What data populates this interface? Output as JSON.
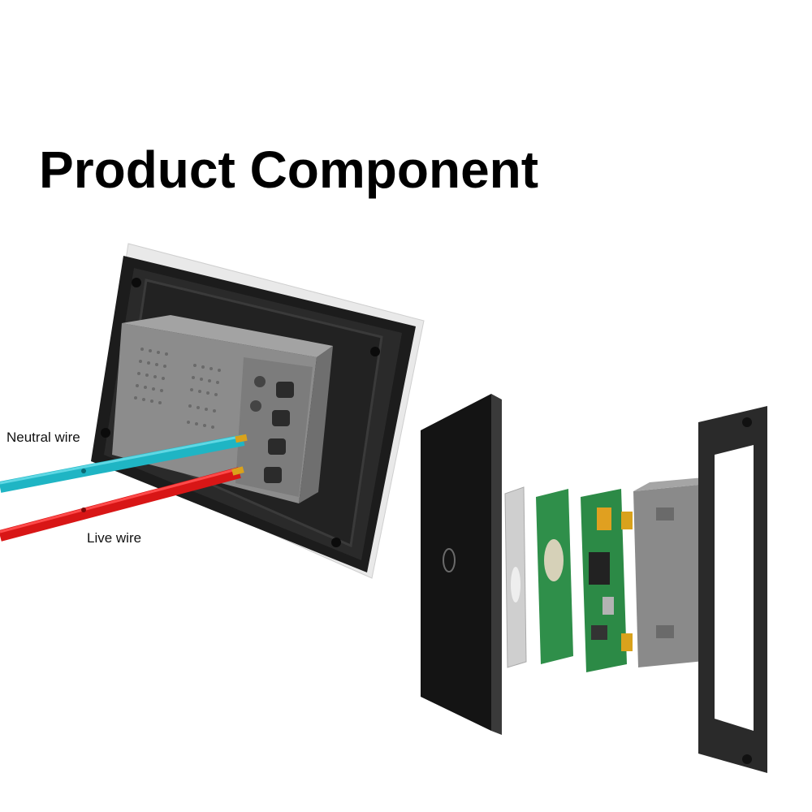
{
  "title": "Product Component",
  "labels": {
    "neutral": "Neutral wire",
    "live": "Live wire"
  },
  "colors": {
    "neutral_wire": "#1fb5c4",
    "live_wire": "#d81616",
    "glass_panel": "#1a1a1a",
    "module_body": "#8a8a8a",
    "pcb": "#2f8f4a"
  },
  "icons": [
    "touch-button-icon"
  ]
}
